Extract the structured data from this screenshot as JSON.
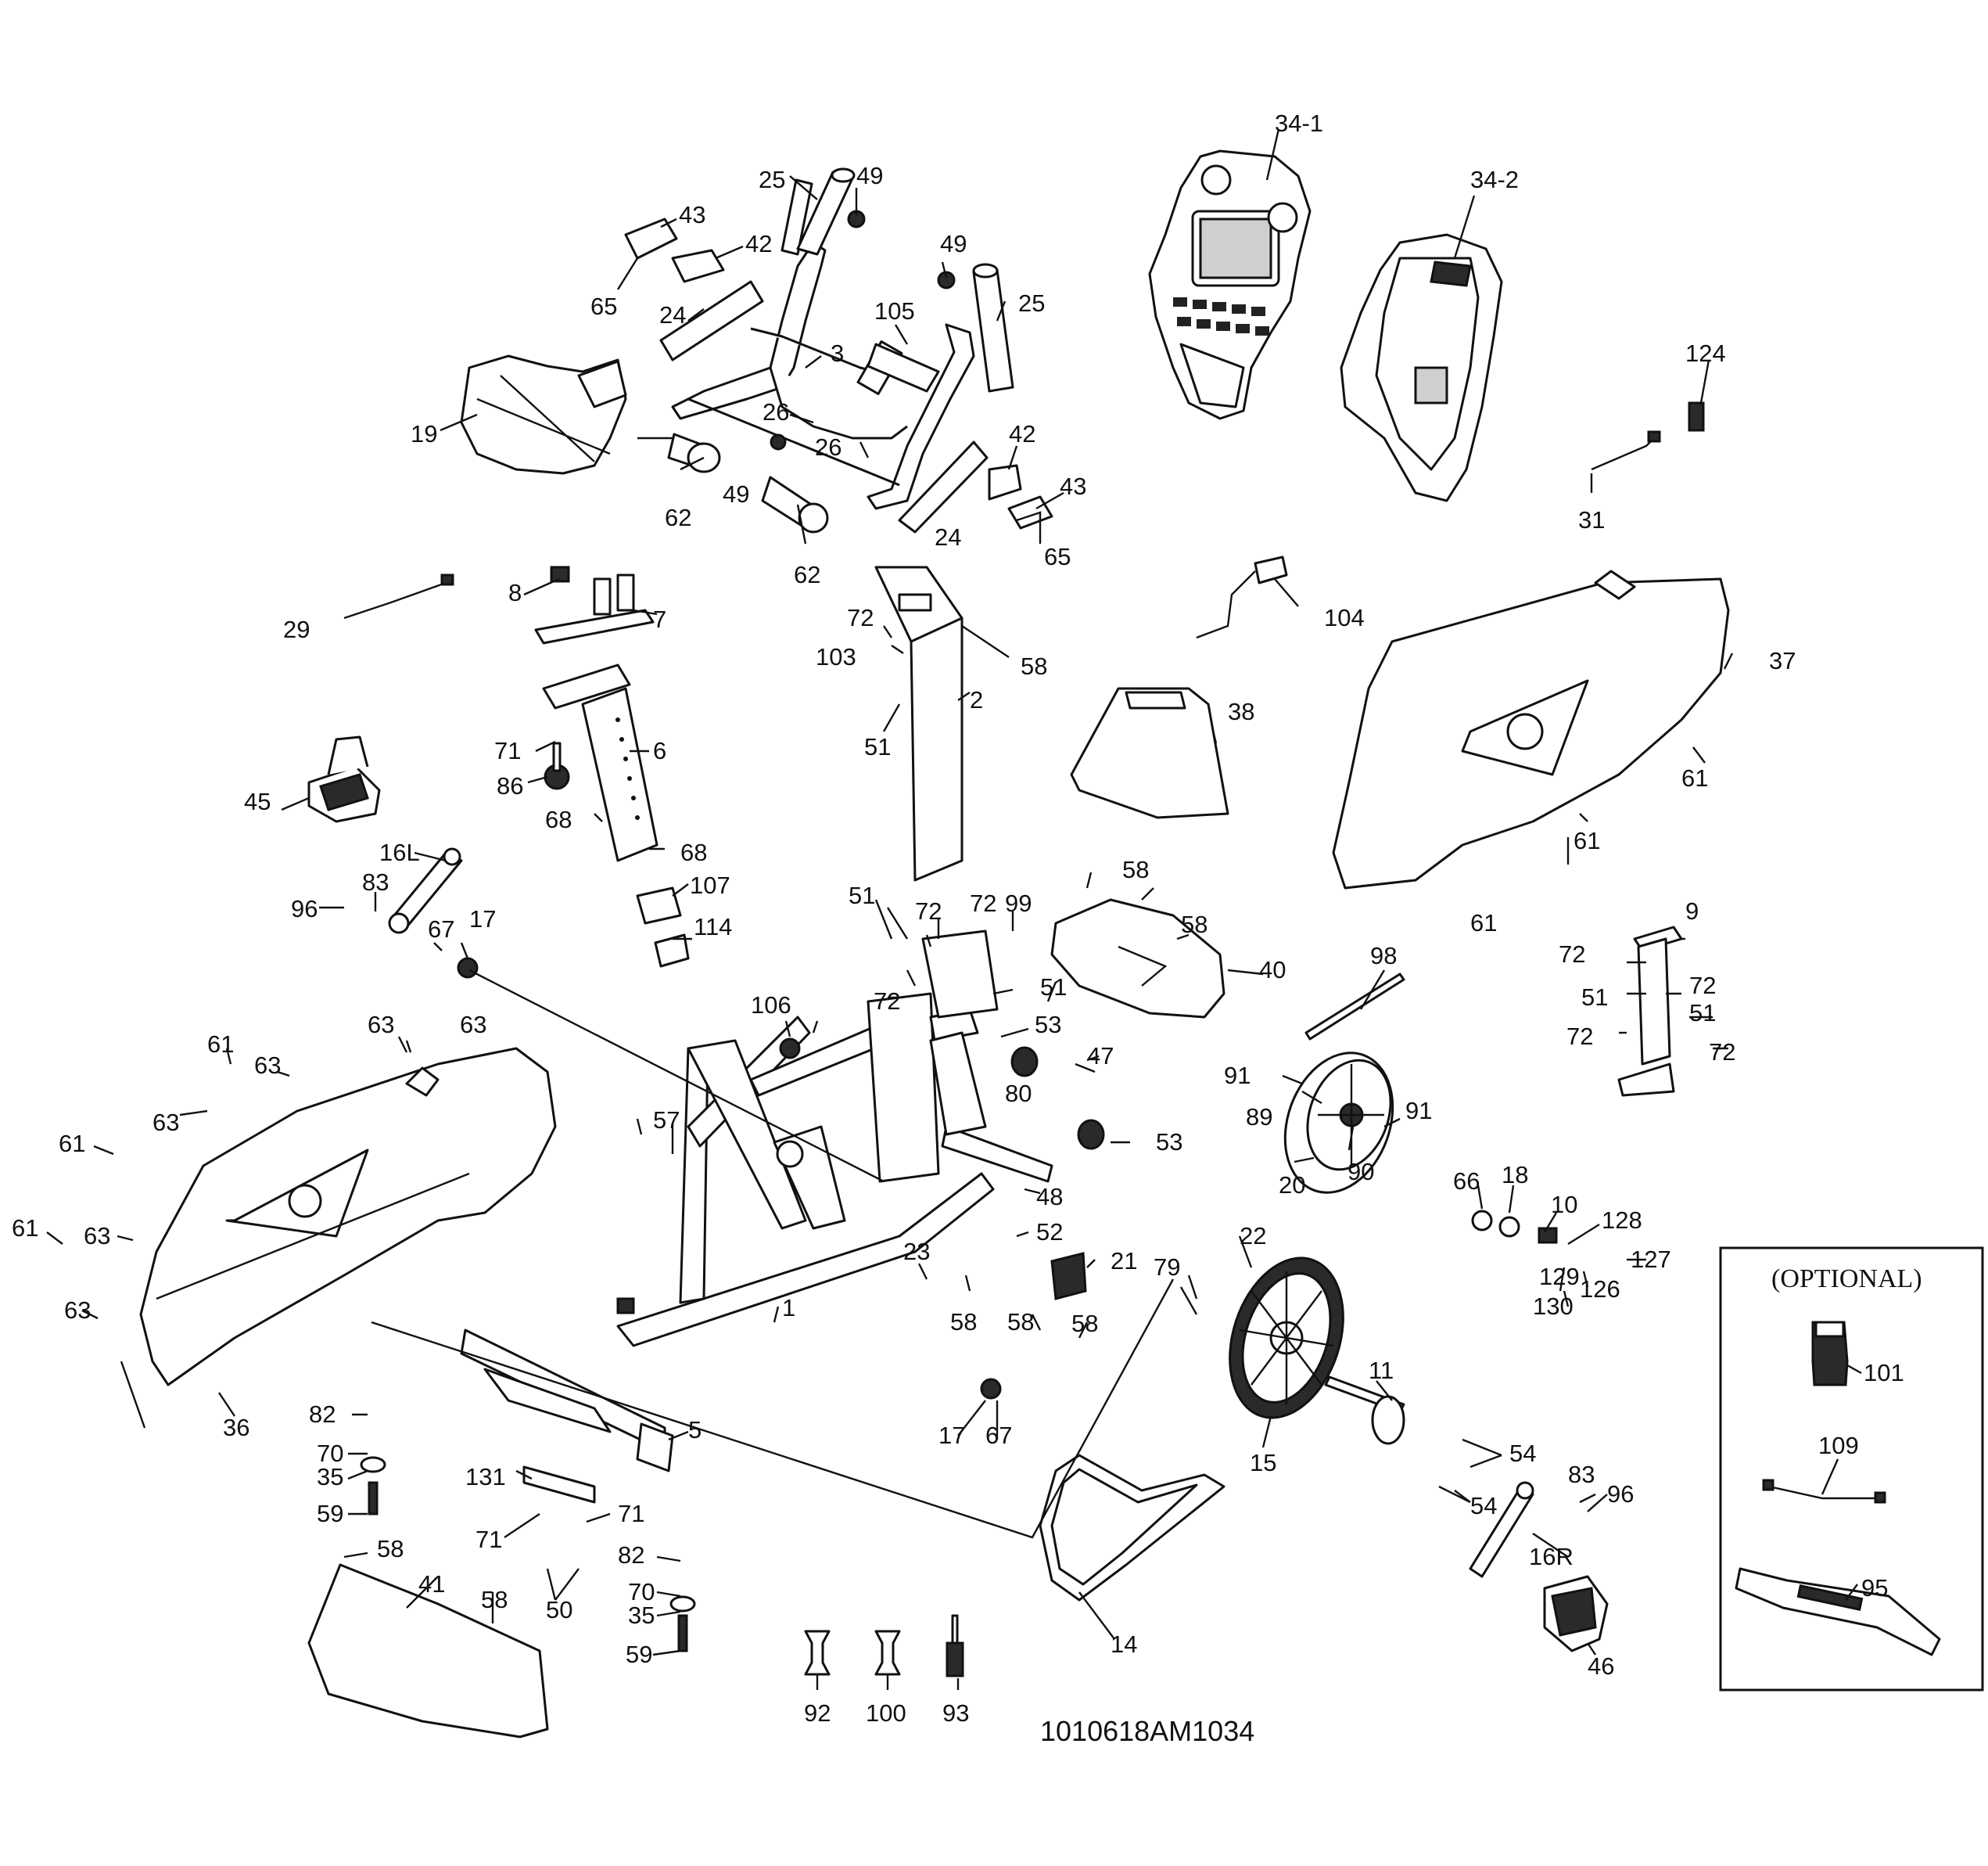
{
  "drawing_code": "1010618AM1034",
  "optional_box_title": "(OPTIONAL)",
  "parts": [
    "1",
    "2",
    "3",
    "5",
    "6",
    "7",
    "8",
    "9",
    "10",
    "11",
    "14",
    "15",
    "16L",
    "16R",
    "17",
    "18",
    "19",
    "20",
    "21",
    "22",
    "23",
    "24",
    "25",
    "26",
    "29",
    "31",
    "34-1",
    "34-2",
    "35",
    "36",
    "37",
    "38",
    "40",
    "41",
    "42",
    "43",
    "45",
    "46",
    "47",
    "48",
    "49",
    "50",
    "51",
    "52",
    "53",
    "54",
    "57",
    "58",
    "59",
    "61",
    "62",
    "63",
    "65",
    "66",
    "67",
    "68",
    "70",
    "71",
    "72",
    "79",
    "80",
    "82",
    "83",
    "86",
    "89",
    "90",
    "91",
    "92",
    "93",
    "95",
    "96",
    "98",
    "99",
    "100",
    "101",
    "103",
    "104",
    "105",
    "106",
    "107",
    "109",
    "114",
    "124",
    "126",
    "127",
    "128",
    "129",
    "130",
    "131"
  ],
  "labels": [
    {
      "t": "34-1"
    },
    {
      "t": "34-2"
    },
    {
      "t": "25"
    },
    {
      "t": "49"
    },
    {
      "t": "43"
    },
    {
      "t": "42"
    },
    {
      "t": "49"
    },
    {
      "t": "25"
    },
    {
      "t": "65"
    },
    {
      "t": "24"
    },
    {
      "t": "105"
    },
    {
      "t": "3"
    },
    {
      "t": "124"
    },
    {
      "t": "19"
    },
    {
      "t": "26"
    },
    {
      "t": "26"
    },
    {
      "t": "49"
    },
    {
      "t": "62"
    },
    {
      "t": "42"
    },
    {
      "t": "43"
    },
    {
      "t": "24"
    },
    {
      "t": "31"
    },
    {
      "t": "65"
    },
    {
      "t": "62"
    },
    {
      "t": "8"
    },
    {
      "t": "7"
    },
    {
      "t": "29"
    },
    {
      "t": "104"
    },
    {
      "t": "72"
    },
    {
      "t": "103"
    },
    {
      "t": "58"
    },
    {
      "t": "37"
    },
    {
      "t": "2"
    },
    {
      "t": "38"
    },
    {
      "t": "71"
    },
    {
      "t": "6"
    },
    {
      "t": "51"
    },
    {
      "t": "86"
    },
    {
      "t": "61"
    },
    {
      "t": "45"
    },
    {
      "t": "68"
    },
    {
      "t": "68"
    },
    {
      "t": "61"
    },
    {
      "t": "16L"
    },
    {
      "t": "58"
    },
    {
      "t": "107"
    },
    {
      "t": "96"
    },
    {
      "t": "83"
    },
    {
      "t": "61"
    },
    {
      "t": "51"
    },
    {
      "t": "72"
    },
    {
      "t": "72"
    },
    {
      "t": "99"
    },
    {
      "t": "9"
    },
    {
      "t": "67"
    },
    {
      "t": "17"
    },
    {
      "t": "58"
    },
    {
      "t": "114"
    },
    {
      "t": "72"
    },
    {
      "t": "98"
    },
    {
      "t": "40"
    },
    {
      "t": "51"
    },
    {
      "t": "72"
    },
    {
      "t": "51"
    },
    {
      "t": "72"
    },
    {
      "t": "51"
    },
    {
      "t": "106"
    },
    {
      "t": "72"
    },
    {
      "t": "72"
    },
    {
      "t": "53"
    },
    {
      "t": "63"
    },
    {
      "t": "63"
    },
    {
      "t": "61"
    },
    {
      "t": "63"
    },
    {
      "t": "47"
    },
    {
      "t": "91"
    },
    {
      "t": "80"
    },
    {
      "t": "89"
    },
    {
      "t": "91"
    },
    {
      "t": "63"
    },
    {
      "t": "57"
    },
    {
      "t": "61"
    },
    {
      "t": "53"
    },
    {
      "t": "90"
    },
    {
      "t": "20"
    },
    {
      "t": "66"
    },
    {
      "t": "18"
    },
    {
      "t": "48"
    },
    {
      "t": "10"
    },
    {
      "t": "128"
    },
    {
      "t": "63"
    },
    {
      "t": "52"
    },
    {
      "t": "22"
    },
    {
      "t": "61"
    },
    {
      "t": "23"
    },
    {
      "t": "21"
    },
    {
      "t": "79"
    },
    {
      "t": "127"
    },
    {
      "t": "129"
    },
    {
      "t": "126"
    },
    {
      "t": "130"
    },
    {
      "t": "63"
    },
    {
      "t": "58"
    },
    {
      "t": "58"
    },
    {
      "t": "58"
    },
    {
      "t": "1"
    },
    {
      "t": "101"
    },
    {
      "t": "11"
    },
    {
      "t": "82"
    },
    {
      "t": "5"
    },
    {
      "t": "36"
    },
    {
      "t": "17"
    },
    {
      "t": "67"
    },
    {
      "t": "15"
    },
    {
      "t": "54"
    },
    {
      "t": "70"
    },
    {
      "t": "35"
    },
    {
      "t": "131"
    },
    {
      "t": "109"
    },
    {
      "t": "83"
    },
    {
      "t": "96"
    },
    {
      "t": "59"
    },
    {
      "t": "71"
    },
    {
      "t": "71"
    },
    {
      "t": "54"
    },
    {
      "t": "16R"
    },
    {
      "t": "58"
    },
    {
      "t": "82"
    },
    {
      "t": "41"
    },
    {
      "t": "58"
    },
    {
      "t": "70"
    },
    {
      "t": "50"
    },
    {
      "t": "35"
    },
    {
      "t": "95"
    },
    {
      "t": "14"
    },
    {
      "t": "46"
    },
    {
      "t": "59"
    },
    {
      "t": "92"
    },
    {
      "t": "100"
    },
    {
      "t": "93"
    }
  ]
}
